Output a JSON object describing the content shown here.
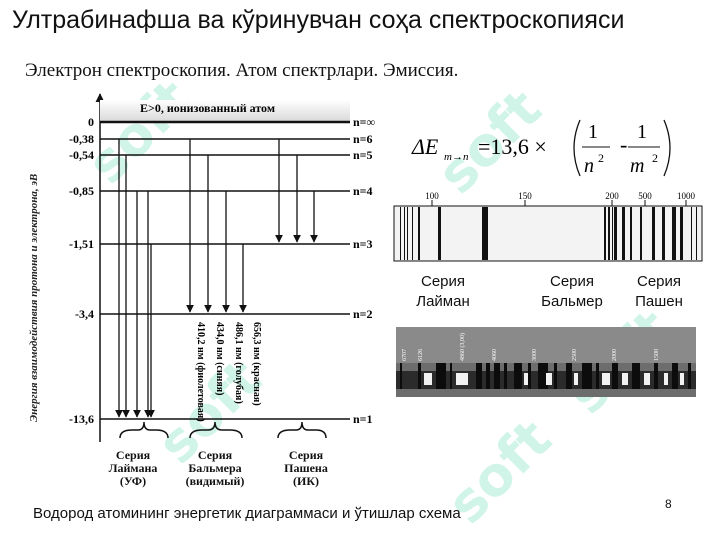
{
  "header": {
    "title": "Ултрабинафша ва кўринувчан соҳа спектроскопияси",
    "subtitle": "Электрон спектроскопия. Атом спектрлари. Эмиссия."
  },
  "footer": {
    "caption": "Водород атомининг энергетик диаграммаси и ўтишлар схема",
    "page_number": "8"
  },
  "energy_diagram": {
    "y_axis_label": "Энергия взаимодействия протона и электрона, эВ",
    "ionized_label": "E>0, ионизованный атом",
    "levels": [
      {
        "energy": "0",
        "n": "n=∞"
      },
      {
        "energy": "-0,38",
        "n": "n=6"
      },
      {
        "energy": "-0,54",
        "n": "n=5"
      },
      {
        "energy": "-0,85",
        "n": "n=4"
      },
      {
        "energy": "-1,51",
        "n": "n=3"
      },
      {
        "energy": "-3,4",
        "n": "n=2"
      },
      {
        "energy": "-13,6",
        "n": "n=1"
      }
    ],
    "balmer_lines": [
      "656,3 нм (красная)",
      "486,1 нм (голубая)",
      "434,0 нм (синяя)",
      "410,2 нм (фиолетовая)"
    ],
    "series_groups": [
      {
        "line1": "Серия",
        "line2": "Лаймана",
        "line3": "(УФ)"
      },
      {
        "line1": "Серия",
        "line2": "Бальмера",
        "line3": "(видимый)"
      },
      {
        "line1": "Серия",
        "line2": "Пашена",
        "line3": "(ИК)"
      }
    ]
  },
  "formula": {
    "delta": "ΔE",
    "subscript": "m→n",
    "coefficient": "=13,6 ×",
    "num1": "1",
    "den1": "n",
    "exp1": "2",
    "minus": "-",
    "num2": "1",
    "den2": "m",
    "exp2": "2"
  },
  "spectrum_scale": {
    "ticks": [
      "100",
      "150",
      "200",
      "500",
      "1000"
    ],
    "series": [
      {
        "line1": "Серия",
        "line2": "Лайман"
      },
      {
        "line1": "Серия",
        "line2": "Бальмер"
      },
      {
        "line1": "Серия",
        "line2": "Пашен"
      }
    ]
  },
  "photo_spectrum": {
    "labels": [
      "6707",
      "6126",
      "4860 (3,00)",
      "4060",
      "3000",
      "2500",
      "2000",
      "1500"
    ]
  },
  "watermark": "soft",
  "colors": {
    "watermark": "#2fcf9a",
    "text": "#111111"
  }
}
